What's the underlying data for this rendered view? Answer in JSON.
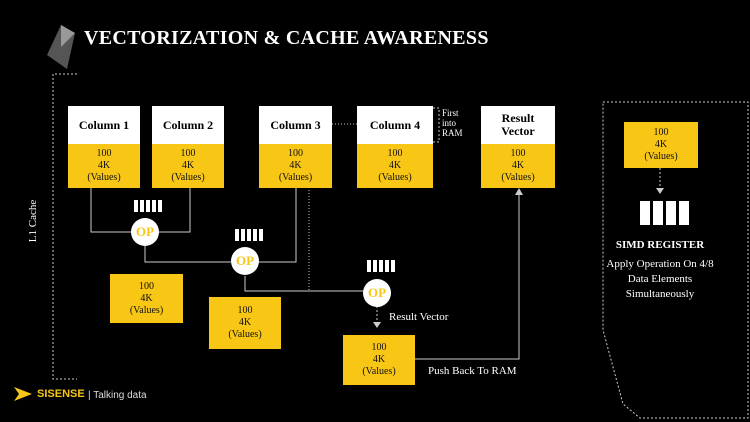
{
  "title": "VECTORIZATION & CACHE AWARENESS",
  "l1_label": "L1 Cache",
  "columns": [
    {
      "name": "Column 1",
      "l1": "100",
      "l2": "4K",
      "l3": "(Values)"
    },
    {
      "name": "Column 2",
      "l1": "100",
      "l2": "4K",
      "l3": "(Values)"
    },
    {
      "name": "Column 3",
      "l1": "100",
      "l2": "4K",
      "l3": "(Values)"
    },
    {
      "name": "Column 4",
      "l1": "100",
      "l2": "4K",
      "l3": "(Values)"
    },
    {
      "name": "Result Vector",
      "l1": "100",
      "l2": "4K",
      "l3": "(Values)"
    }
  ],
  "first_into_ram": [
    "First",
    "into",
    "RAM"
  ],
  "intermediates": [
    {
      "l1": "100",
      "l2": "4K",
      "l3": "(Values)"
    },
    {
      "l1": "100",
      "l2": "4K",
      "l3": "(Values)"
    },
    {
      "l1": "100",
      "l2": "4K",
      "l3": "(Values)"
    }
  ],
  "op_label": "OP",
  "result_vector_label": "Result Vector",
  "push_back_label": "Push Back To RAM",
  "simd": {
    "box": {
      "l1": "100",
      "l2": "4K",
      "l3": "(Values)"
    },
    "title": "SIMD REGISTER",
    "desc": "Apply Operation On 4/8 Data Elements Simultaneously"
  },
  "footer": {
    "brand": "SISENSE",
    "tagline": "| Talking data"
  },
  "colors": {
    "accent": "#f8c614",
    "background": "#000000"
  }
}
